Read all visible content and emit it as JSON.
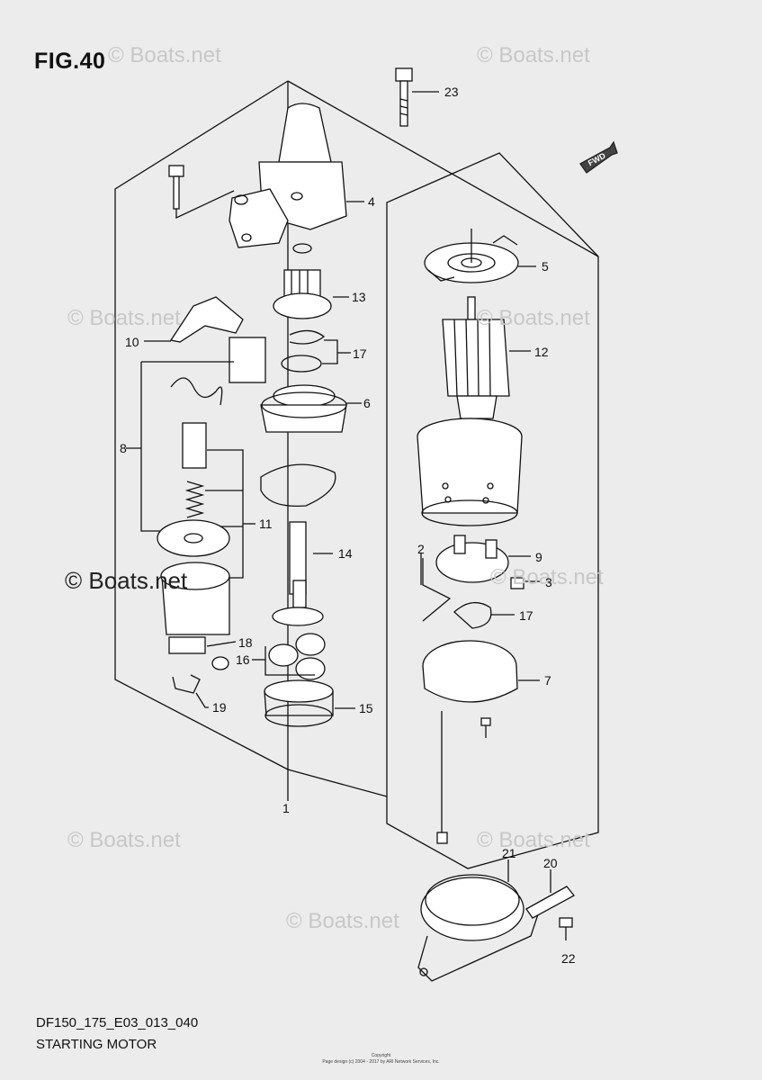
{
  "figure": {
    "title": "FIG.40"
  },
  "watermarks": [
    "© Boats.net",
    "© Boats.net",
    "© Boats.net",
    "© Boats.net",
    "© Boats.net",
    "© Boats.net",
    "© Boats.net",
    "© Boats.net"
  ],
  "center_watermark": "© Boats.net",
  "direction_marker": {
    "label": "FWD",
    "icon": "fwd-arrow-icon"
  },
  "callouts": [
    "1",
    "2",
    "3",
    "4",
    "5",
    "6",
    "7",
    "8",
    "9",
    "10",
    "11",
    "12",
    "13",
    "14",
    "15",
    "16",
    "17",
    "17",
    "18",
    "19",
    "20",
    "21",
    "22",
    "23"
  ],
  "footer": {
    "code": "DF150_175_E03_013_040",
    "name": "STARTING MOTOR",
    "copyright_title": "Copyright",
    "copyright_line": "Page design (c) 2004 - 2017 by ARI Network Services, Inc."
  }
}
